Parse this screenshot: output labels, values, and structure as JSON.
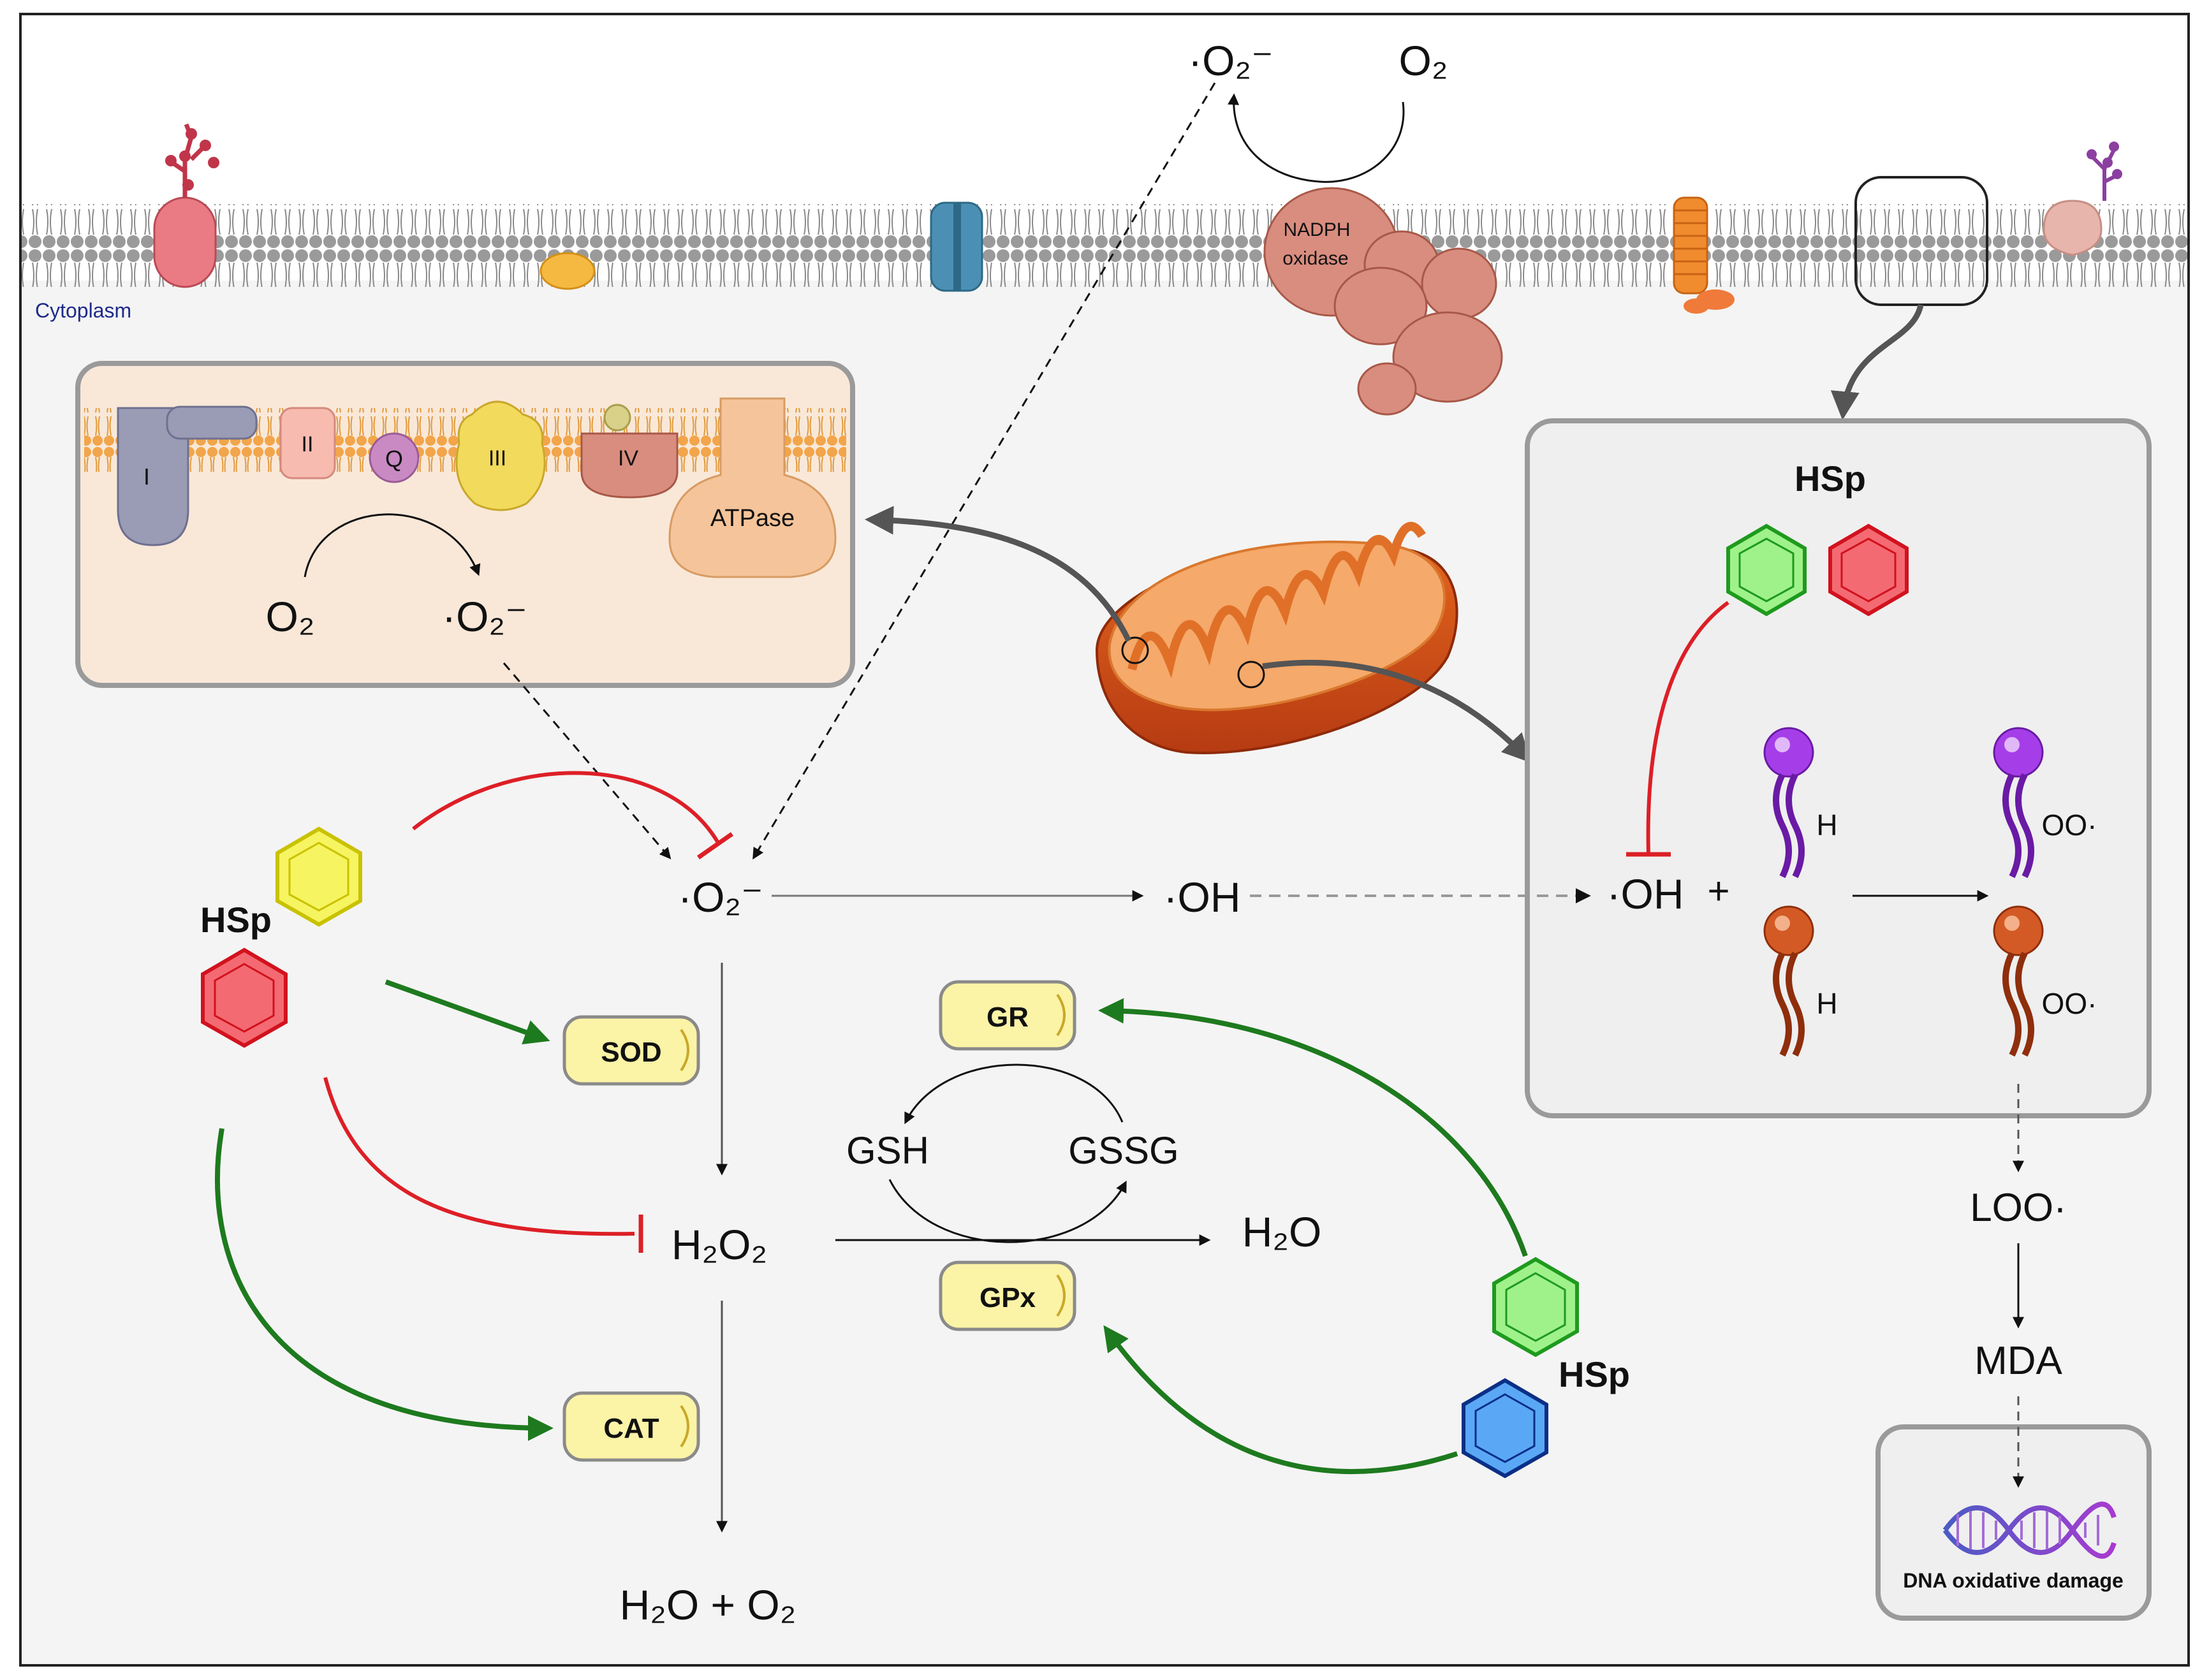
{
  "labels": {
    "cytoplasm": "Cytoplasm",
    "nadph_line1": "NADPH",
    "nadph_line2": "oxidase",
    "superoxide_top": "·O₂⁻",
    "o2_top": "O₂",
    "complex_I": "I",
    "complex_II": "II",
    "q": "Q",
    "complex_III": "III",
    "complex_IV": "IV",
    "atpase": "ATPase",
    "o2_mito": "O₂",
    "superoxide_mito": "·O₂⁻",
    "superoxide_center": "·O₂⁻",
    "oh_center": "·OH",
    "oh_right": "·OH",
    "plus": "+",
    "h_top": "H",
    "h_bottom": "H",
    "oo_top": "OO·",
    "oo_bottom": "OO·",
    "hsp_left": "HSp",
    "hsp_right_box": "HSp",
    "hsp_bottom": "HSp",
    "sod": "SOD",
    "cat": "CAT",
    "gr": "GR",
    "gpx": "GPx",
    "gsh": "GSH",
    "gssg": "GSSG",
    "h2o2_formula": "H₂O₂",
    "h2o_right": "H₂O",
    "h2o_o2": "H₂O + O₂",
    "loo": "LOO·",
    "mda": "MDA",
    "dna_damage": "DNA oxidative damage"
  },
  "colors": {
    "promote_arrow": "#1e7a1e",
    "inhibit_arrow": "#dd1f26",
    "hsp_yellow": "#f6f460",
    "hsp_red": "#f46a72",
    "hsp_green": "#9ff28a",
    "hsp_blue": "#5aa8f5",
    "enzyme_fill": "#fbf3a6",
    "mito_box_fill": "#f9e8d8",
    "lipid_box_fill": "#efefef",
    "lipid_purple": "#8a2be2",
    "lipid_brown": "#c4451c",
    "cytoplasm_bg": "#f4f4f4"
  }
}
